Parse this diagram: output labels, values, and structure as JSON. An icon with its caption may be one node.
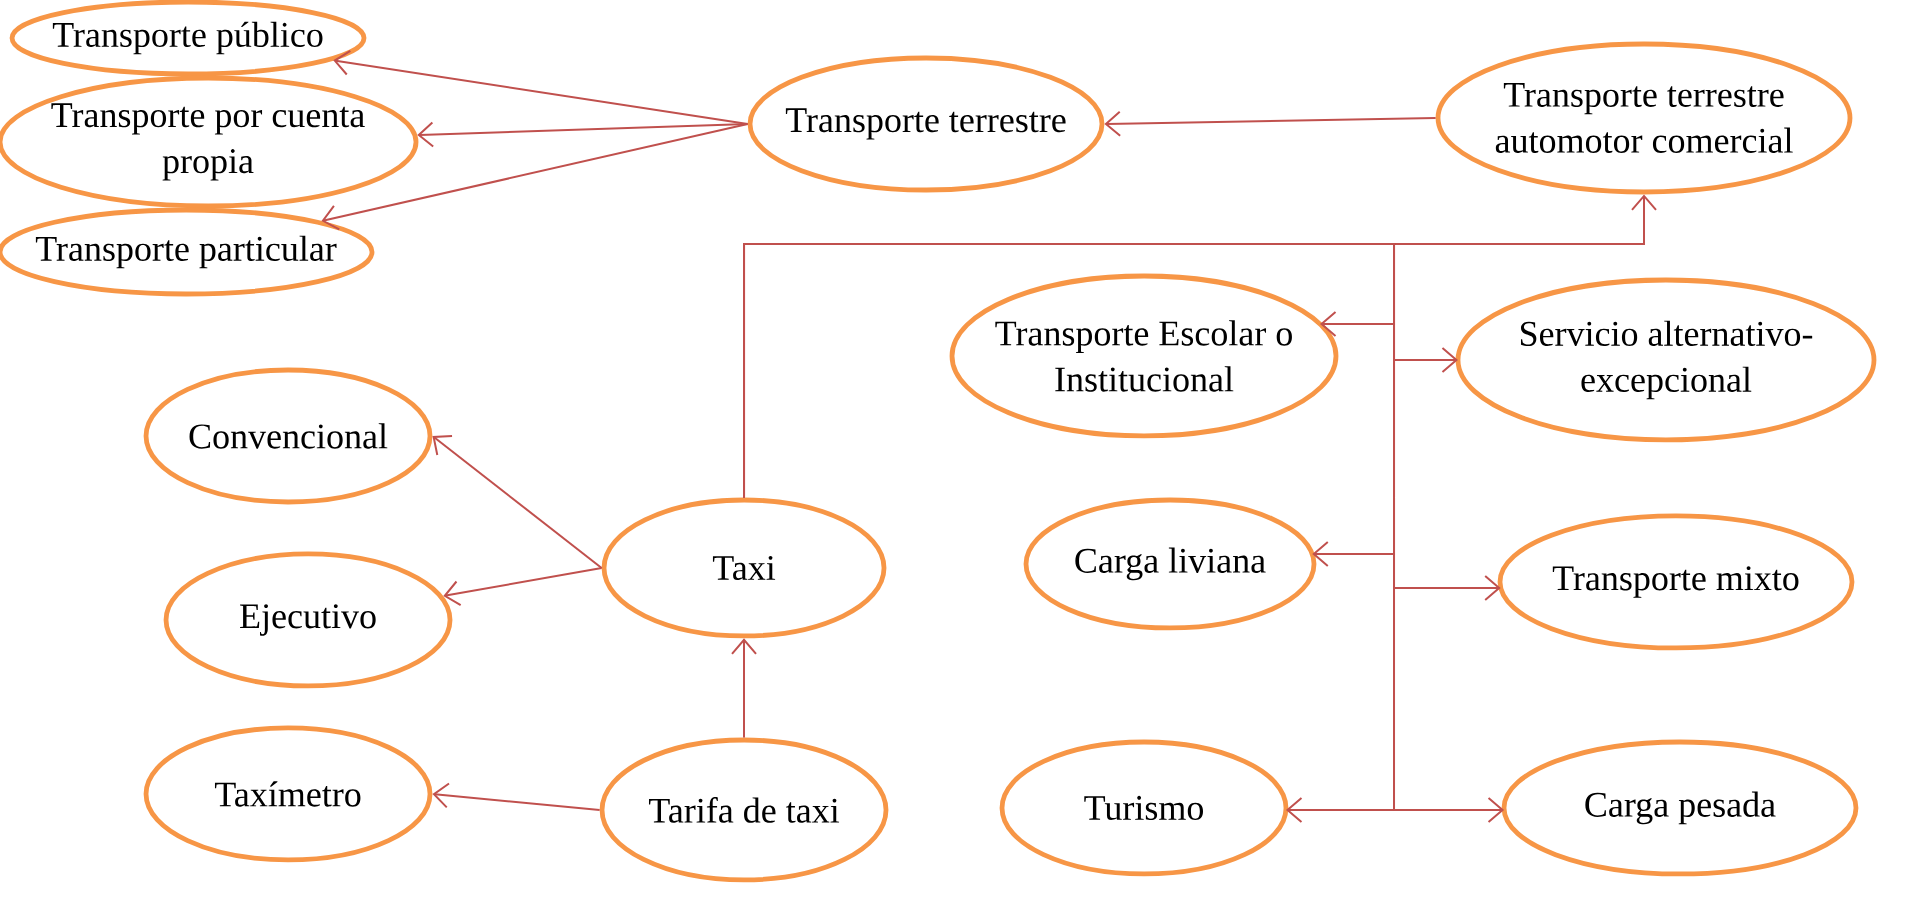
{
  "diagram": {
    "nodes": [
      {
        "text": [
          "Transporte público"
        ]
      },
      {
        "text": [
          "Transporte por cuenta propia"
        ]
      },
      {
        "text": [
          "Transporte particular"
        ]
      },
      {
        "text": [
          "Transporte terrestre"
        ]
      },
      {
        "text": [
          "Transporte terrestre automotor comercial"
        ]
      },
      {
        "text": [
          "Transporte Escolar o Institucional"
        ]
      },
      {
        "text": [
          "Servicio alternativo-excepcional"
        ]
      },
      {
        "text": [
          "Convencional"
        ]
      },
      {
        "text": [
          "Taxi"
        ]
      },
      {
        "text": [
          "Ejecutivo"
        ]
      },
      {
        "text": [
          "Carga liviana"
        ]
      },
      {
        "text": [
          "Transporte mixto"
        ]
      },
      {
        "text": [
          "Taxímetro"
        ]
      },
      {
        "text": [
          "Tarifa de taxi"
        ]
      },
      {
        "text": [
          "Turismo"
        ]
      },
      {
        "text": [
          "Carga pesada"
        ]
      }
    ],
    "edges": [
      {
        "from": 3,
        "to": 0,
        "arrow": "to"
      },
      {
        "from": 3,
        "to": 1,
        "arrow": "to"
      },
      {
        "from": 3,
        "to": 2,
        "arrow": "to"
      },
      {
        "from": 4,
        "to": 3,
        "arrow": "to"
      },
      {
        "from": 8,
        "to": 7,
        "arrow": "to"
      },
      {
        "from": 8,
        "to": 9,
        "arrow": "to"
      },
      {
        "from": 13,
        "to": 8,
        "arrow": "to"
      },
      {
        "from": 13,
        "to": 12,
        "arrow": "to"
      },
      {
        "from": 8,
        "to": 4,
        "arrow": "to"
      },
      {
        "from": 8,
        "to": 5,
        "arrow": "to"
      },
      {
        "from": 8,
        "to": 6,
        "arrow": "to"
      },
      {
        "from": 8,
        "to": 10,
        "arrow": "to"
      },
      {
        "from": 8,
        "to": 11,
        "arrow": "to"
      },
      {
        "from": 8,
        "to": 14,
        "arrow": "to"
      },
      {
        "from": 8,
        "to": 15,
        "arrow": "to"
      }
    ]
  }
}
